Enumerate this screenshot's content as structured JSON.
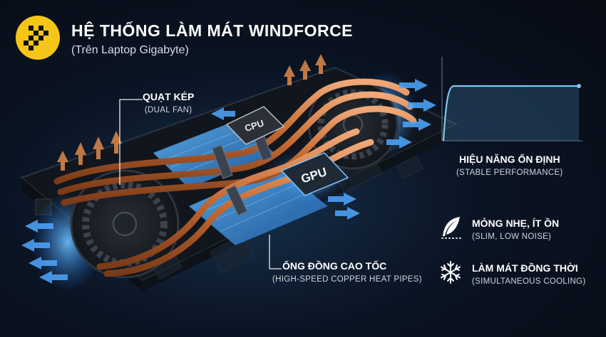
{
  "header": {
    "title": "HỆ THỐNG LÀM MÁT WINDFORCE",
    "subtitle": "(Trên Laptop Gigabyte)",
    "logo_icon": "checkered-flag-logo-icon",
    "logo_color": "#f5c518"
  },
  "callouts": {
    "dual_fan": {
      "vi": "QUẠT KÉP",
      "en": "(DUAL FAN)"
    },
    "heat_pipes": {
      "vi": "ỐNG ĐỒNG CAO TỐC",
      "en": "(HIGH-SPEED COPPER HEAT PIPES)"
    }
  },
  "chips": {
    "cpu": "CPU",
    "gpu": "GPU"
  },
  "features": {
    "performance": {
      "vi": "HIỆU NĂNG ỔN ĐỊNH",
      "en": "(STABLE PERFORMANCE)",
      "icon": "performance-graph-icon"
    },
    "slim": {
      "vi": "MỎNG NHẸ, ÍT ỒN",
      "en": "(SLIM, LOW NOISE)",
      "icon": "feather-icon"
    },
    "cooling": {
      "vi": "LÀM MÁT ĐỒNG THỜI",
      "en": "(SIMULTANEOUS COOLING)",
      "icon": "snowflake-icon"
    }
  },
  "colors": {
    "accent": "#f5c518",
    "airflow": "#4fa8ff",
    "hot_air": "#e08a4a",
    "copper": "#c7743e",
    "heatsink": "#3a8fd8"
  }
}
